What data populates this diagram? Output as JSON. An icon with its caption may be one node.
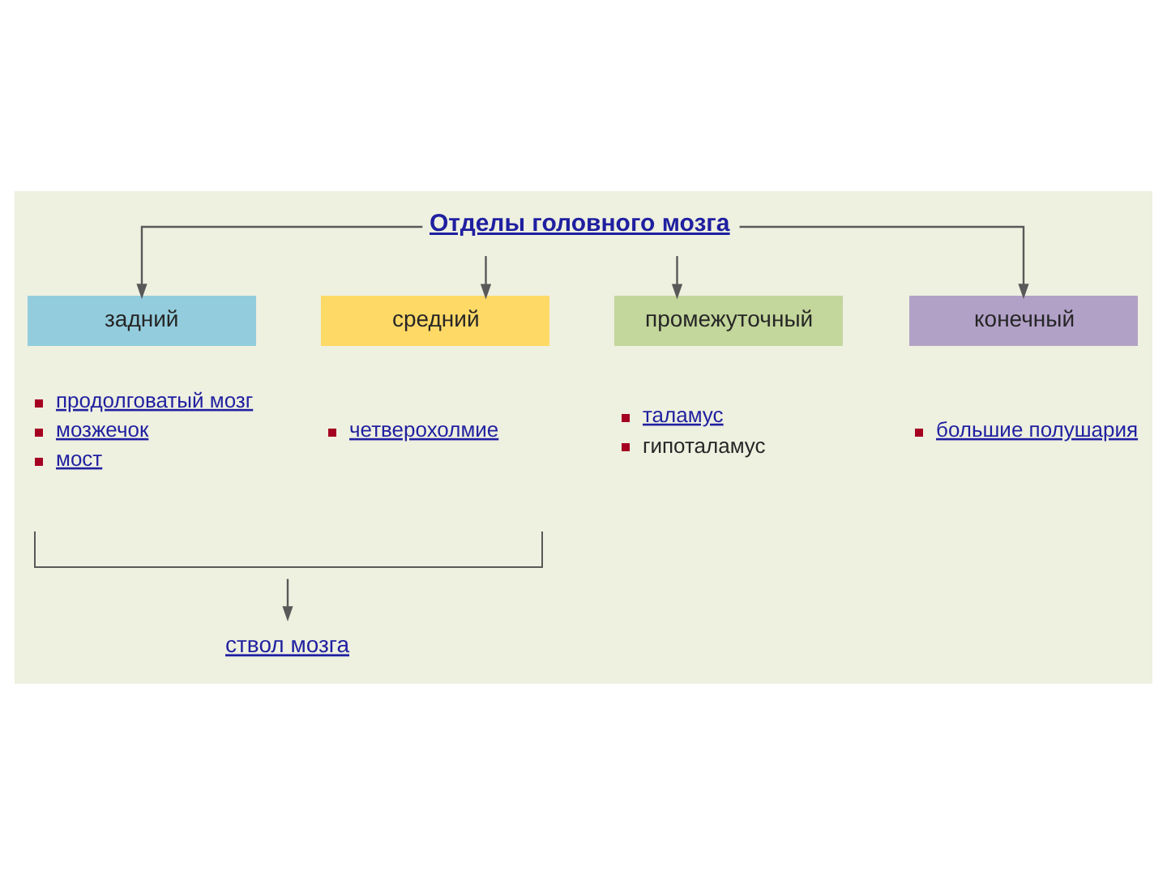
{
  "diagram": {
    "nodes": [
      {
        "text": [
          "Отделы головного мозга"
        ]
      },
      {
        "text": [
          "задний"
        ],
        "beside": [
          "продолговатый мозг",
          "мозжечок",
          "мост"
        ]
      },
      {
        "text": [
          "средний"
        ],
        "beside": [
          "четверохолмие"
        ]
      },
      {
        "text": [
          "промежуточный"
        ],
        "beside": [
          "таламус",
          "гипоталамус"
        ]
      },
      {
        "text": [
          "конечный"
        ],
        "beside": [
          "большие полушария"
        ]
      },
      {
        "text": [
          "ствол мозга"
        ]
      }
    ],
    "edges": [
      {
        "from": 0,
        "to": 1,
        "arrow": "to"
      },
      {
        "from": 0,
        "to": 2,
        "arrow": "to"
      },
      {
        "from": 0,
        "to": 3,
        "arrow": "to"
      },
      {
        "from": 0,
        "to": 4,
        "arrow": "to"
      },
      {
        "from": null,
        "to": 5,
        "arrow": "to"
      }
    ]
  }
}
